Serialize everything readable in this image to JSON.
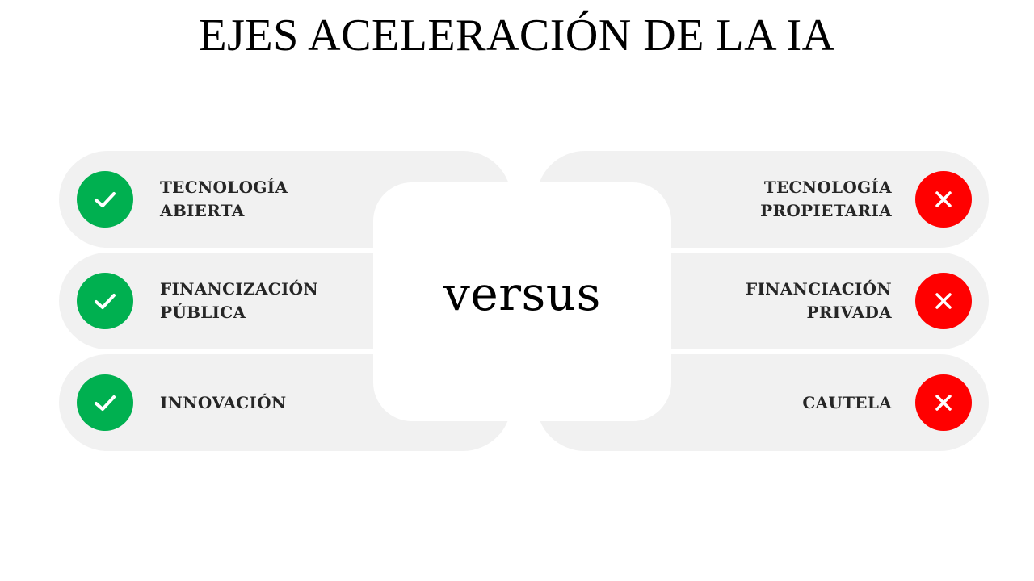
{
  "title": "EJES ACELERACIÓN DE LA IA",
  "center_label": "versus",
  "colors": {
    "positive": "#00b050",
    "negative": "#ff0000",
    "pill_background": "#f1f1f1"
  },
  "left_items": [
    {
      "icon": "check-icon",
      "lines": [
        "TECNOLOGÍA",
        "ABIERTA"
      ]
    },
    {
      "icon": "check-icon",
      "lines": [
        "FINANCIZACIÓN",
        "PÚBLICA"
      ]
    },
    {
      "icon": "check-icon",
      "lines": [
        "INNOVACIÓN"
      ]
    }
  ],
  "right_items": [
    {
      "icon": "x-icon",
      "lines": [
        "TECNOLOGÍA",
        "PROPIETARIA"
      ]
    },
    {
      "icon": "x-icon",
      "lines": [
        "FINANCIACIÓN",
        "PRIVADA"
      ]
    },
    {
      "icon": "x-icon",
      "lines": [
        "CAUTELA"
      ]
    }
  ]
}
